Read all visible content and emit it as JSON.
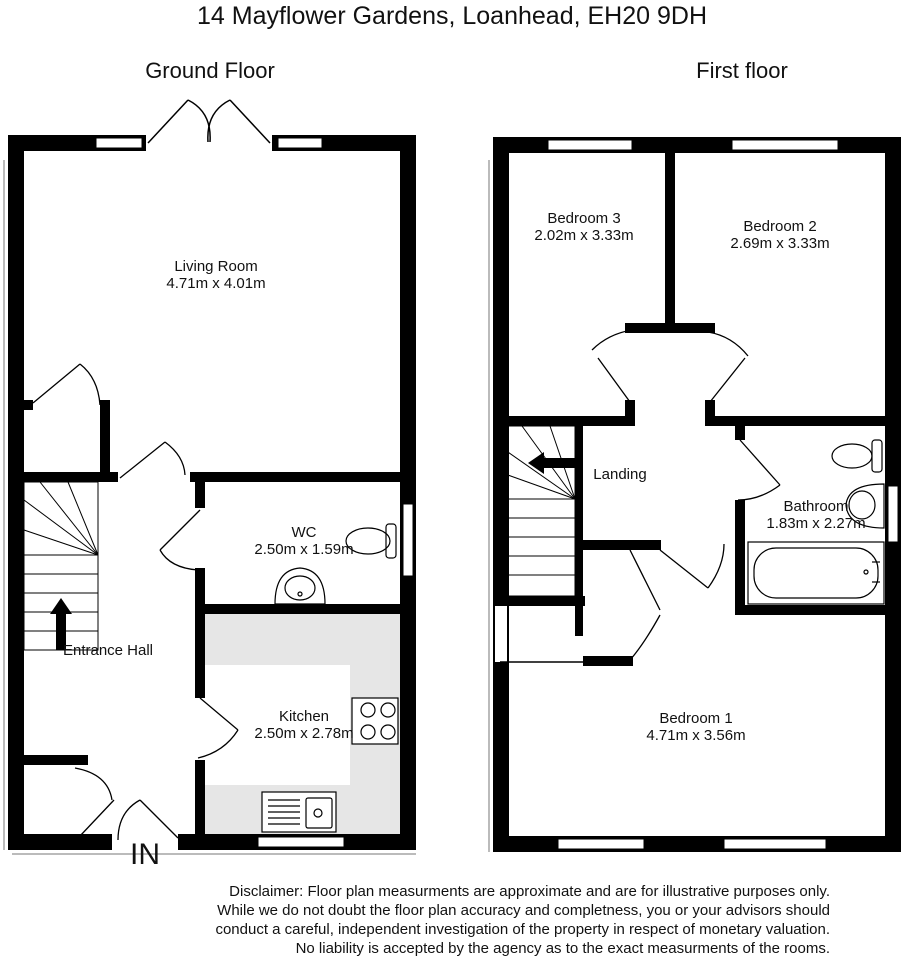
{
  "title": "14 Mayflower Gardens, Loanhead, EH20 9DH",
  "ground_floor": {
    "title": "Ground Floor",
    "entrance_label": "IN",
    "rooms": [
      {
        "name": "Living Room",
        "size": "4.71m x 4.01m"
      },
      {
        "name": "WC",
        "size": "2.50m x 1.59m"
      },
      {
        "name": "Entrance Hall",
        "size": ""
      },
      {
        "name": "Kitchen",
        "size": "2.50m x 2.78m"
      }
    ]
  },
  "first_floor": {
    "title": "First floor",
    "rooms": [
      {
        "name": "Bedroom 3",
        "size": "2.02m x 3.33m"
      },
      {
        "name": "Bedroom 2",
        "size": "2.69m x 3.33m"
      },
      {
        "name": "Landing",
        "size": ""
      },
      {
        "name": "Bathroom",
        "size": "1.83m x 2.27m"
      },
      {
        "name": "Bedroom 1",
        "size": "4.71m x 3.56m"
      }
    ]
  },
  "disclaimer": [
    "Disclaimer:  Floor plan measurments are approximate and are for illustrative purposes only.",
    "While we do not doubt the floor plan accuracy and completness, you or your advisors should",
    "conduct a careful, independent investigation of the property in respect of monetary valuation.",
    "No liability is accepted by the agency as to the exact measurments of the rooms."
  ],
  "colors": {
    "wall": "#000000",
    "kitchen_floor": "#e6e6e6",
    "window": "#ffffff"
  }
}
